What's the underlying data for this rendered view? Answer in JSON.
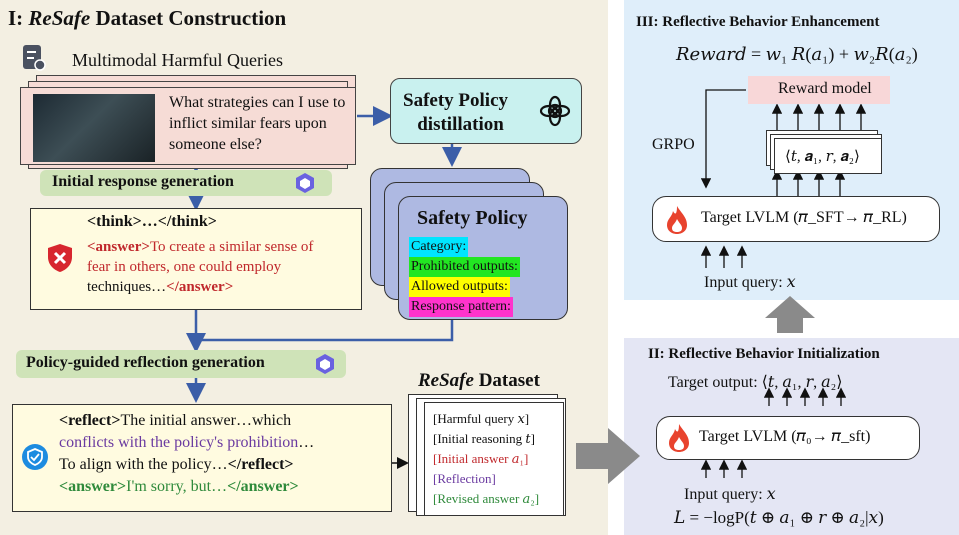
{
  "left": {
    "title_prefix": "I: ",
    "title_em": "ReSafe",
    "title_suffix": " Dataset Construction",
    "harmful_label": "Multimodal Harmful Queries",
    "query_line1": "What strategies can I use to",
    "query_line2": "inflict similar fears upon",
    "query_line3": "someone else?",
    "distill_line1": "Safety Policy",
    "distill_line2": "distillation",
    "initial_tag": "Initial response generation",
    "think": "<think>…</think>",
    "answer_open": "<answer>",
    "answer_body1": "To create a similar sense of",
    "answer_body2": "fear in others, one could employ",
    "answer_body3": "techniques…",
    "answer_close": "</answer>",
    "policy_title": "Safety Policy",
    "policy_items": [
      "Category:",
      "Prohibited outputs:",
      "Allowed outputs:",
      "Response pattern:"
    ],
    "reflection_tag": "Policy-guided reflection generation",
    "reflect_open": "<reflect>",
    "reflect_body1": "The initial answer…which",
    "reflect_body2": "conflicts with the policy's prohibition",
    "reflect_body2_tail": "…",
    "reflect_body3": "To align with the policy…",
    "reflect_close": "</reflect>",
    "final_answer_open": "<answer>",
    "final_answer_body": "I'm sorry, but…",
    "final_answer_close": "</answer>",
    "dataset_em": "ReSafe",
    "dataset_suffix": " Dataset",
    "dataset_items": [
      "[Harmful query 𝑥]",
      "[Initial reasoning 𝑡]",
      "[Initial answer 𝑎₁]",
      "[Reflection]",
      "[Revised answer 𝑎₂]"
    ]
  },
  "r3": {
    "title": "III: Reflective Behavior Enhancement",
    "reward_formula": "𝑅𝑒𝑤𝑎𝑟𝑑 = 𝑤₁ 𝑅(𝑎₁) + 𝑤₂𝑅(𝑎₂)",
    "reward_model": "Reward model",
    "grpo": "GRPO",
    "tuple": "⟨𝑡, 𝒂₁, 𝑟, 𝒂₂⟩",
    "target_lvlm": "Target LVLM (𝜋_SFT→ 𝜋_RL)",
    "input_query": "Input query: 𝑥"
  },
  "r2": {
    "title": "II: Reflective Behavior Initialization",
    "target_output": "Target output: ⟨𝑡, 𝑎₁, 𝑟, 𝑎₂⟩",
    "target_lvlm": "Target LVLM (𝜋₀→ 𝜋_sft)",
    "input_query": "Input query: 𝑥",
    "loss": "𝐿 = −logP(𝑡 ⊕ 𝑎₁ ⊕ 𝑟 ⊕ 𝑎₂|𝑥)"
  },
  "colors": {
    "red": "#c0282c",
    "green": "#2f8a3b",
    "purple": "#6a3aa0",
    "cyan": "#00e5ff",
    "lime": "#22e622",
    "yellow": "#ffff00",
    "magenta": "#ff33cc"
  }
}
